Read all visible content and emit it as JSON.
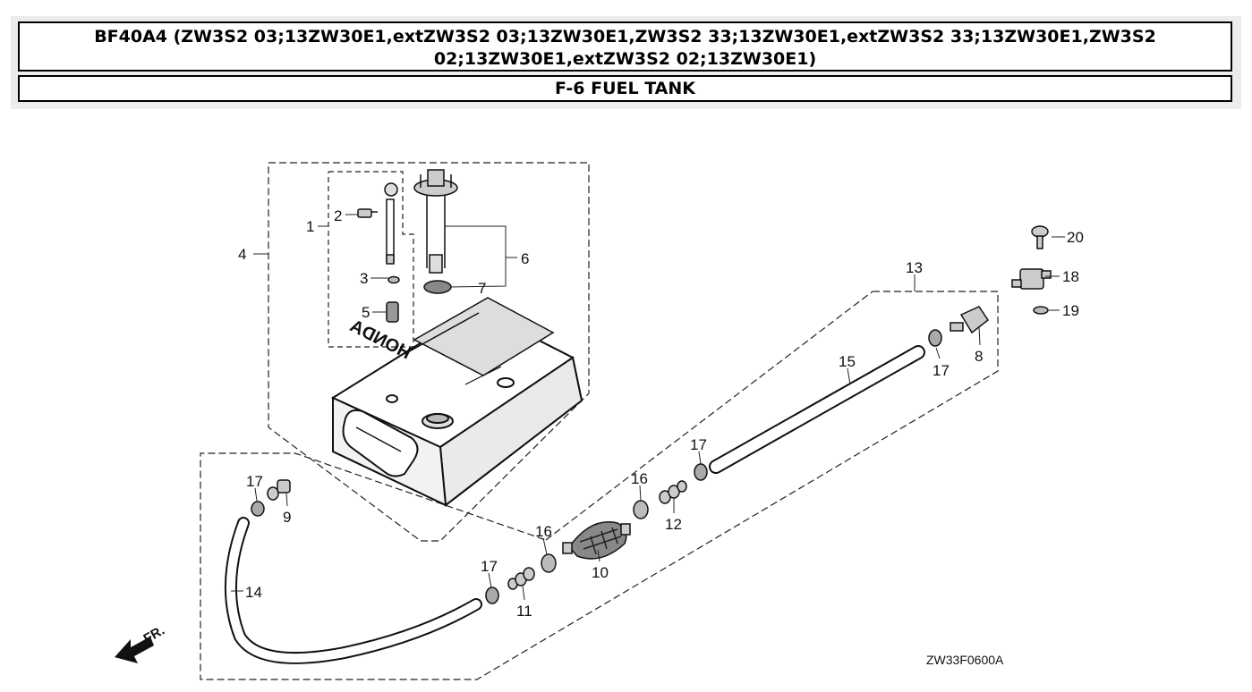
{
  "header": {
    "title": "BF40A4 (ZW3S2 03;13ZW30E1,extZW3S2 03;13ZW30E1,ZW3S2 33;13ZW30E1,extZW3S2 33;13ZW30E1,ZW3S2 02;13ZW30E1,extZW3S2 02;13ZW30E1)",
    "section": "F-6 FUEL TANK"
  },
  "diagram": {
    "callouts": {
      "c1": "1",
      "c2": "2",
      "c3": "3",
      "c4": "4",
      "c5": "5",
      "c6": "6",
      "c7": "7",
      "c8": "8",
      "c9": "9",
      "c10": "10",
      "c11": "11",
      "c12": "12",
      "c13": "13",
      "c14": "14",
      "c15": "15",
      "c16a": "16",
      "c16b": "16",
      "c17a": "17",
      "c17b": "17",
      "c17c": "17",
      "c17d": "17",
      "c18": "18",
      "c19": "19",
      "c20": "20"
    },
    "tank_brand": "HONDA",
    "front_arrow_label": "FR.",
    "drawing_code": "ZW33F0600A"
  }
}
